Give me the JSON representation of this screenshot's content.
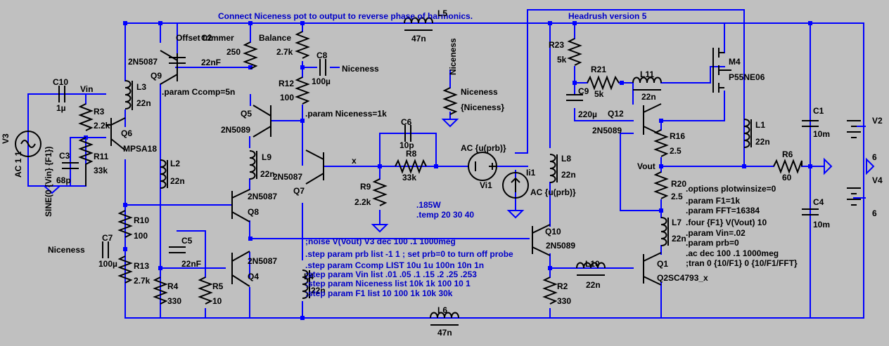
{
  "header": {
    "note": "Connect Niceness pot to output to reverse phase of harmonics.",
    "version": "Headrush version 5"
  },
  "components": {
    "v3": {
      "name": "V3",
      "value": "AC 1 1",
      "func": "SINE(0 {Vin} {F1})"
    },
    "c10": {
      "name": "C10",
      "value": "1µ"
    },
    "vin": "Vin",
    "r3": {
      "name": "R3",
      "value": "2.2k"
    },
    "c3": {
      "name": "C3",
      "value": "68p"
    },
    "r11": {
      "name": "R11",
      "value": "33k"
    },
    "q6": {
      "name": "Q6",
      "model": "MPSA18"
    },
    "q9": {
      "name": "Q9",
      "model": "2N5087"
    },
    "l3": {
      "name": "L3",
      "value": "22n"
    },
    "c2": {
      "name": "C2",
      "value": "22nF"
    },
    "offset": "Offset trimmer",
    "trim_value": "250",
    "balance": "Balance",
    "balance_value": "2.7k",
    "r12": {
      "name": "R12",
      "value": "100"
    },
    "c8": {
      "name": "C8",
      "value": "100µ"
    },
    "niceness_net": "Niceness",
    "l5": {
      "name": "L5",
      "value": "47n"
    },
    "niceness_pot": {
      "name": "Niceness",
      "value": "{Niceness}"
    },
    "param_ccomp": ".param Ccomp=5n",
    "param_niceness": ".param Niceness=1k",
    "q5": {
      "name": "Q5",
      "model": "2N5089"
    },
    "l9": {
      "name": "L9",
      "value": "22n"
    },
    "l2": {
      "name": "L2",
      "value": "22n"
    },
    "q8": {
      "name": "Q8",
      "model": "2N5087"
    },
    "q7": {
      "name": "Q7",
      "model": "2N5087"
    },
    "x_net": "x",
    "c6": {
      "name": "C6",
      "value": "10p"
    },
    "r8": {
      "name": "R8",
      "value": "33k"
    },
    "r9": {
      "name": "R9",
      "value": "2.2k"
    },
    "vi1": {
      "name": "Vi1",
      "value": "AC {u(prb)}"
    },
    "ii1": {
      "name": "Ii1",
      "value": "AC {u(prb)}"
    },
    "power_note": [
      ".185W",
      ".temp 20 30 40"
    ],
    "r10": {
      "name": "R10",
      "value": "100"
    },
    "c7": {
      "name": "C7",
      "value": "100µ"
    },
    "r13": {
      "name": "R13",
      "value": "2.7k"
    },
    "c5": {
      "name": "C5",
      "value": "22nF"
    },
    "q4": {
      "name": "Q4",
      "model": "2N5087"
    },
    "r4": {
      "name": "R4",
      "value": "330"
    },
    "r5": {
      "name": "R5",
      "value": "10"
    },
    "l4": {
      "name": "L4",
      "value": "22n"
    },
    "l6": {
      "name": "L6",
      "value": "47n"
    },
    "r23": {
      "name": "R23",
      "value": "5k"
    },
    "r21": {
      "name": "R21",
      "value": "5k"
    },
    "l11": {
      "name": "L11",
      "value": "22n"
    },
    "m4": {
      "name": "M4",
      "model": "P55NE06"
    },
    "c9": {
      "name": "C9",
      "value": "220µ"
    },
    "q12": {
      "name": "Q12",
      "model": "2N5089"
    },
    "r16": {
      "name": "R16",
      "value": "2.5"
    },
    "l8": {
      "name": "L8",
      "value": "22n"
    },
    "l1": {
      "name": "L1",
      "value": "22n"
    },
    "vout": "Vout",
    "r6": {
      "name": "R6",
      "value": "60"
    },
    "c1": {
      "name": "C1",
      "value": "10m"
    },
    "c4": {
      "name": "C4",
      "value": "10m"
    },
    "v2": {
      "name": "V2",
      "value": "6"
    },
    "v4": {
      "name": "V4",
      "value": "6"
    },
    "r20": {
      "name": "R20",
      "value": "2.5"
    },
    "l7": {
      "name": "L7",
      "value": "22n"
    },
    "q10": {
      "name": "Q10",
      "model": "2N5089"
    },
    "l10": {
      "name": "L10",
      "value": "22n"
    },
    "q1": {
      "name": "Q1",
      "model": "Q2SC4793_x"
    },
    "r2": {
      "name": "R2",
      "value": "330"
    }
  },
  "directives_left": [
    ";noise V(Vout) V3 dec 100 .1 1000meg",
    ".step param prb list -1 1 ; set prb=0 to turn off probe",
    ".step param Ccomp LIST 10u 1u 100n 10n 1n",
    ";step param Vin list .01 .05 .1 .15 .2 .25 .253",
    ";step param Niceness list 10k 1k 100 10 1",
    ";step param F1 list 10 100 1k 10k 30k"
  ],
  "directives_right": [
    ".options plotwinsize=0",
    ".param F1=1k",
    ".param FFT=16384",
    ".four {F1} V(Vout) 10",
    ".param Vin=.02",
    ".param prb=0",
    ".ac dec 100 .1 1000meg",
    ";tran 0 {10/F1} 0 {10/F1/FFT}"
  ]
}
